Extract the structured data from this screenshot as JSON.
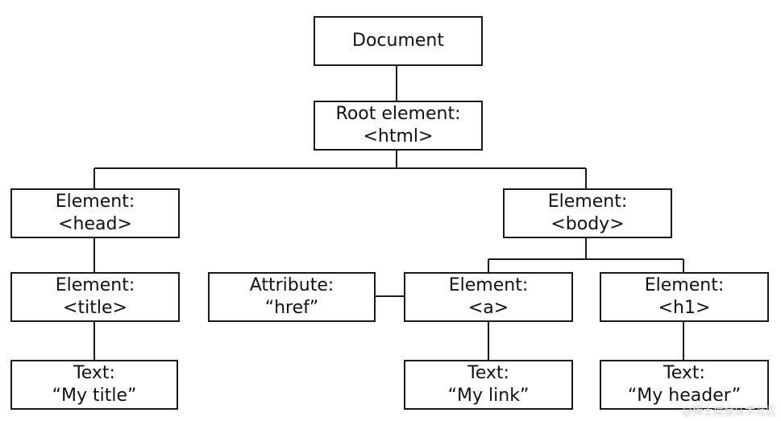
{
  "nodes": {
    "document": {
      "lines": [
        "Document"
      ]
    },
    "root": {
      "lines": [
        "Root element:",
        "<html>"
      ]
    },
    "head": {
      "lines": [
        "Element:",
        "<head>"
      ]
    },
    "body": {
      "lines": [
        "Element:",
        "<body>"
      ]
    },
    "title": {
      "lines": [
        "Element:",
        "<title>"
      ]
    },
    "attribute": {
      "lines": [
        "Attribute:",
        "“href”"
      ]
    },
    "a": {
      "lines": [
        "Element:",
        "<a>"
      ]
    },
    "h1": {
      "lines": [
        "Element:",
        "<h1>"
      ]
    },
    "text_title": {
      "lines": [
        "Text:",
        "“My title”"
      ]
    },
    "text_link": {
      "lines": [
        "Text:",
        "“My link”"
      ]
    },
    "text_header": {
      "lines": [
        "Text:",
        "“My header”"
      ]
    }
  },
  "watermark": "@稀土掘金技术社区"
}
